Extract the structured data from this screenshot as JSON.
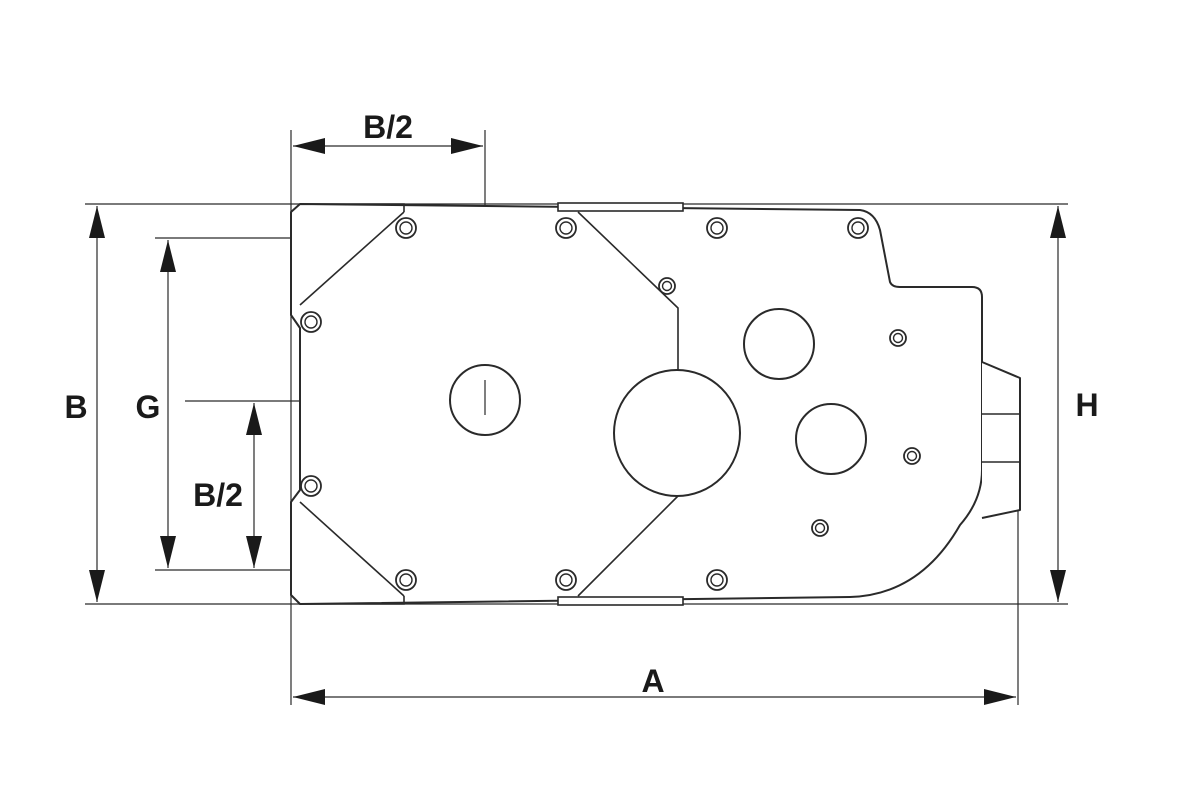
{
  "diagram": {
    "labels": {
      "a": "A",
      "b": "B",
      "h": "H",
      "g": "G",
      "b_half_top": "B/2",
      "b_half_left": "B/2"
    },
    "line_color": "#2a2a2a",
    "background": "#ffffff"
  }
}
